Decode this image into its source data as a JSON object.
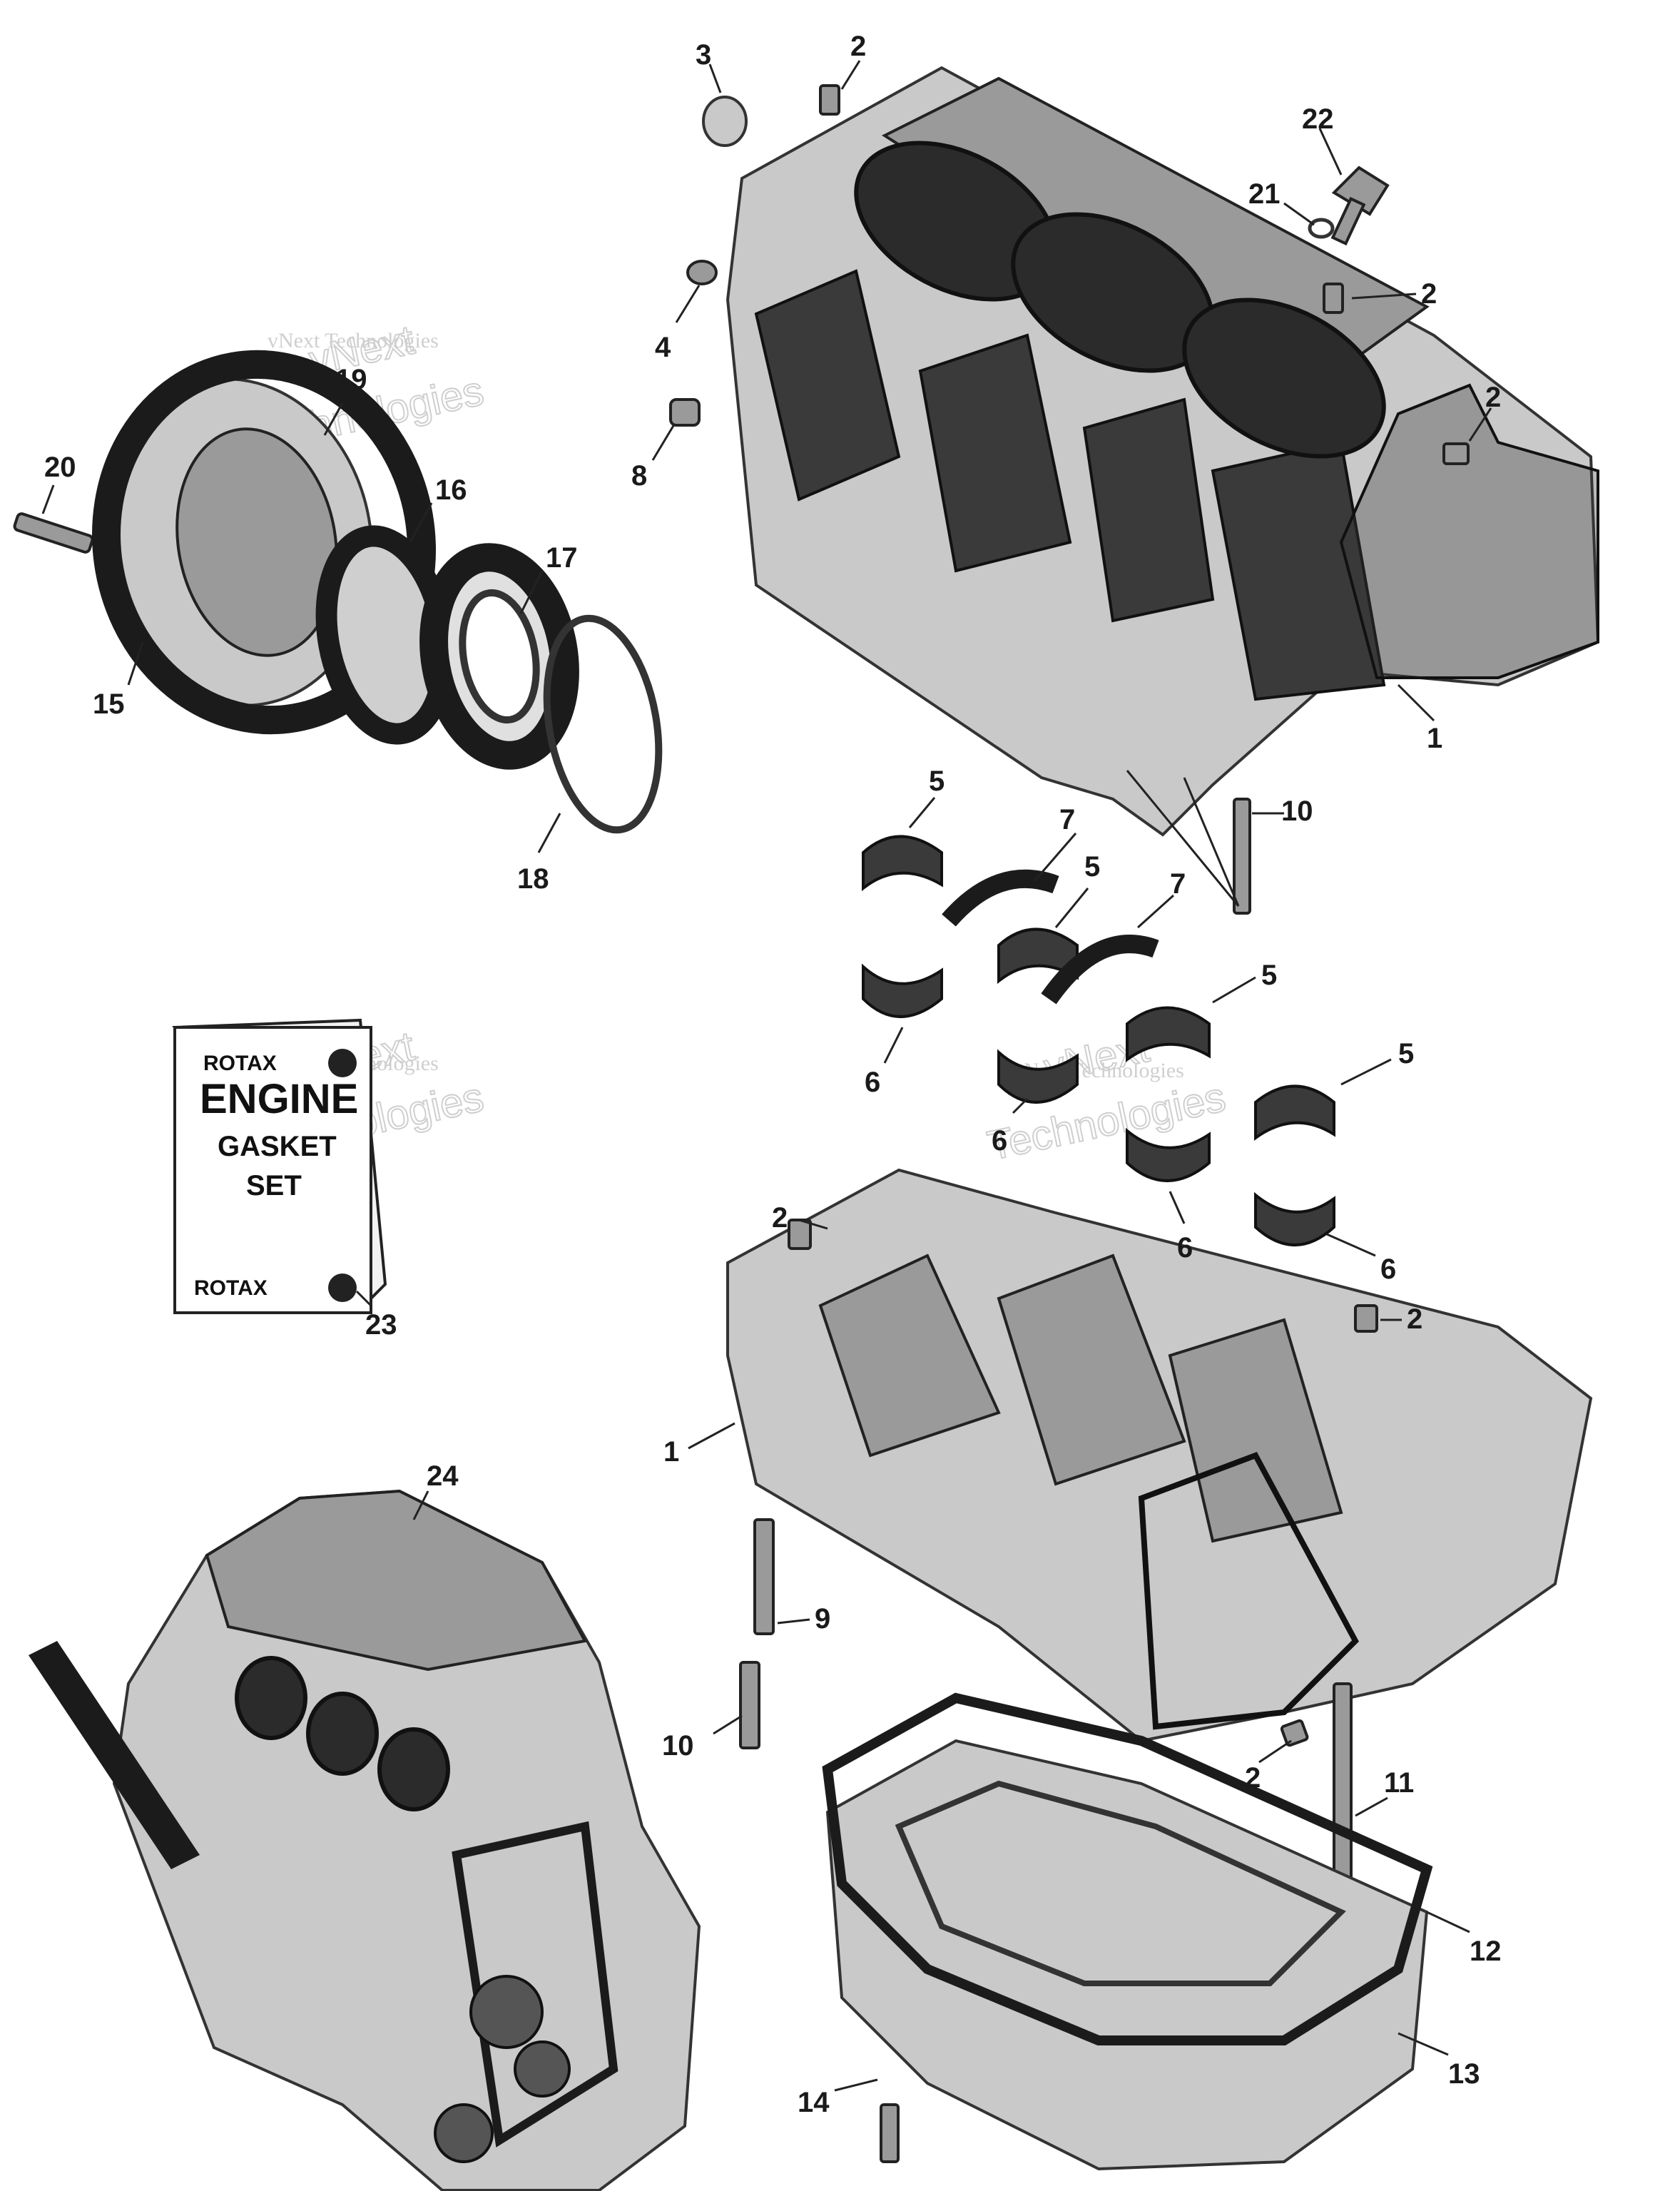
{
  "callouts": [
    {
      "id": "c1a",
      "label": "1"
    },
    {
      "id": "c1b",
      "label": "1"
    },
    {
      "id": "c2a",
      "label": "2"
    },
    {
      "id": "c2b",
      "label": "2"
    },
    {
      "id": "c2c",
      "label": "2"
    },
    {
      "id": "c2d",
      "label": "2"
    },
    {
      "id": "c2e",
      "label": "2"
    },
    {
      "id": "c2f",
      "label": "2"
    },
    {
      "id": "c3",
      "label": "3"
    },
    {
      "id": "c4",
      "label": "4"
    },
    {
      "id": "c5a",
      "label": "5"
    },
    {
      "id": "c5b",
      "label": "5"
    },
    {
      "id": "c5c",
      "label": "5"
    },
    {
      "id": "c5d",
      "label": "5"
    },
    {
      "id": "c6a",
      "label": "6"
    },
    {
      "id": "c6b",
      "label": "6"
    },
    {
      "id": "c6c",
      "label": "6"
    },
    {
      "id": "c6d",
      "label": "6"
    },
    {
      "id": "c7a",
      "label": "7"
    },
    {
      "id": "c7b",
      "label": "7"
    },
    {
      "id": "c8",
      "label": "8"
    },
    {
      "id": "c9",
      "label": "9"
    },
    {
      "id": "c10a",
      "label": "10"
    },
    {
      "id": "c10b",
      "label": "10"
    },
    {
      "id": "c11",
      "label": "11"
    },
    {
      "id": "c12",
      "label": "12"
    },
    {
      "id": "c13",
      "label": "13"
    },
    {
      "id": "c14",
      "label": "14"
    },
    {
      "id": "c15",
      "label": "15"
    },
    {
      "id": "c16",
      "label": "16"
    },
    {
      "id": "c17",
      "label": "17"
    },
    {
      "id": "c18",
      "label": "18"
    },
    {
      "id": "c19",
      "label": "19"
    },
    {
      "id": "c20",
      "label": "20"
    },
    {
      "id": "c21",
      "label": "21"
    },
    {
      "id": "c22",
      "label": "22"
    },
    {
      "id": "c23",
      "label": "23"
    },
    {
      "id": "c24",
      "label": "24"
    }
  ],
  "gasket_kit": {
    "brand": "ROTAX",
    "line1": "ENGINE",
    "line2": "GASKET",
    "line3": "SET"
  },
  "watermark": {
    "line1": "vNext Technologies",
    "big": "vNext",
    "big2": "Technologies"
  }
}
